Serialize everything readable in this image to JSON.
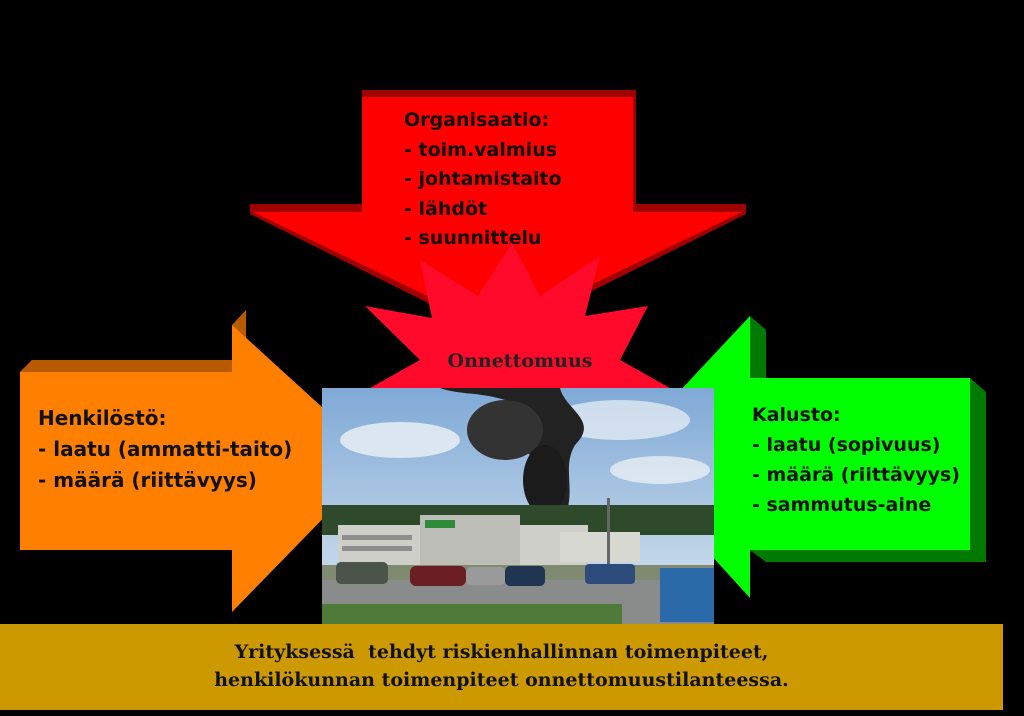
{
  "organisation": {
    "title": "Organisaatio:",
    "items": [
      "- toim.valmius",
      "- johtamistaito",
      "- lähdöt",
      "- suunnittelu"
    ]
  },
  "personnel": {
    "title": "Henkilöstö:",
    "items": [
      "- laatu (ammatti-taito)",
      "- määrä (riittävyys)"
    ]
  },
  "equipment": {
    "title": "Kalusto:",
    "items": [
      "- laatu (sopivuus)",
      "- määrä (riittävyys)",
      "- sammutus-aine"
    ]
  },
  "center": {
    "label": "Onnettomuus"
  },
  "footer": {
    "line1": "Yrityksessä  tehdyt riskienhallinnan toimenpiteet,",
    "line2": "henkilökunnan toimenpiteet onnettomuustilanteessa."
  },
  "colors": {
    "background": "#000000",
    "organisation_arrow": "#ff0000",
    "personnel_arrow": "#ff8000",
    "equipment_arrow": "#00ff00",
    "burst": "#ff0a2a",
    "footer": "#cc9a00"
  }
}
